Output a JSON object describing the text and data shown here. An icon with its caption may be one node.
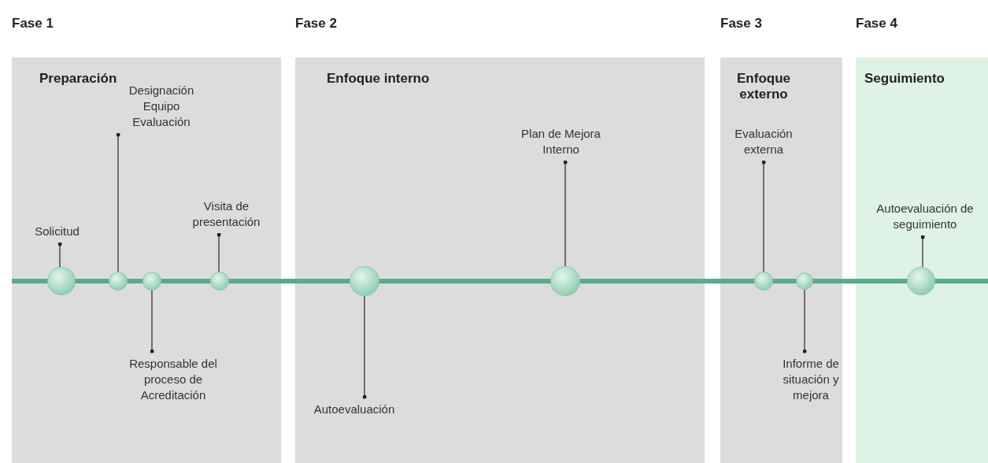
{
  "diagram": {
    "nodes": [
      {
        "text": [
          "Preparación"
        ]
      },
      {
        "text": [
          "Designación Equipo Evaluación"
        ],
        "in": 0
      },
      {
        "text": [
          "Solicitud"
        ],
        "in": 0
      },
      {
        "text": [
          "Visita de presentación"
        ],
        "in": 0
      },
      {
        "text": [],
        "shape": "circle",
        "in": 0
      },
      {
        "text": [],
        "shape": "circle",
        "in": 0
      },
      {
        "text": [],
        "shape": "circle",
        "in": 0
      },
      {
        "text": [],
        "shape": "circle",
        "in": 0
      },
      {
        "text": [
          "Responsable del proceso de Acreditación"
        ],
        "in": 0
      },
      {
        "text": [
          "Enfoque interno"
        ]
      },
      {
        "text": [
          "Plan de Mejora Interno"
        ],
        "in": 9
      },
      {
        "text": [],
        "shape": "circle",
        "in": 9
      },
      {
        "text": [],
        "shape": "circle",
        "in": 9
      },
      {
        "text": [
          "Autoevaluación"
        ],
        "in": 9
      },
      {
        "text": [
          "Enfoque externo"
        ]
      },
      {
        "text": [
          "Evaluación externa"
        ],
        "in": 14
      },
      {
        "text": [],
        "shape": "circle",
        "in": 14
      },
      {
        "text": [],
        "shape": "circle",
        "in": 14
      },
      {
        "text": [
          "Informe de situación y mejora"
        ],
        "in": 14
      },
      {
        "text": [
          "Seguimiento"
        ]
      },
      {
        "text": [
          "Autoevaluación de seguimiento"
        ],
        "in": 19
      },
      {
        "text": [],
        "shape": "circle",
        "in": 19
      }
    ],
    "edges": [
      {
        "from": 2,
        "to": 4,
        "arrow": "other"
      },
      {
        "from": 1,
        "to": 5,
        "arrow": "other"
      },
      {
        "from": 8,
        "to": 6,
        "arrow": "other"
      },
      {
        "from": 3,
        "to": 7,
        "arrow": "other"
      },
      {
        "from": 13,
        "to": 11,
        "arrow": "other"
      },
      {
        "from": 10,
        "to": 12,
        "arrow": "other"
      },
      {
        "from": 15,
        "to": 16,
        "arrow": "other"
      },
      {
        "from": 18,
        "to": 17,
        "arrow": "other"
      },
      {
        "from": 20,
        "to": 21,
        "arrow": "other"
      }
    ],
    "labels": [
      "Fase 1",
      "Fase 2",
      "Fase 3",
      "Fase 4"
    ]
  }
}
